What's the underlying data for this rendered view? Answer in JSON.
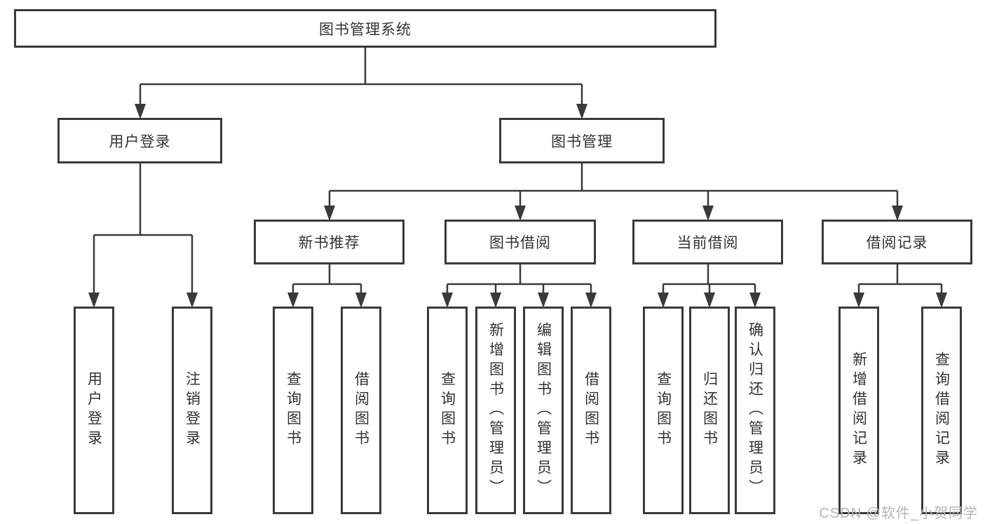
{
  "root": {
    "label": "图书管理系统"
  },
  "login": {
    "label": "用户登录",
    "leaves": [
      "用户登录",
      "注销登录"
    ]
  },
  "management": {
    "label": "图书管理",
    "sections": [
      {
        "label": "新书推荐",
        "leaves": [
          "查询图书",
          "借阅图书"
        ]
      },
      {
        "label": "图书借阅",
        "leaves": [
          "查询图书",
          "新增图书（管理员）",
          "编辑图书（管理员）",
          "借阅图书"
        ]
      },
      {
        "label": "当前借阅",
        "leaves": [
          "查询图书",
          "归还图书",
          "确认归还（管理员）"
        ]
      },
      {
        "label": "借阅记录",
        "leaves": [
          "新增借阅记录",
          "查询借阅记录"
        ]
      }
    ]
  },
  "watermark": "CSDN @软件_小贺同学",
  "colors": {
    "line": "#3a3a3a",
    "text": "#333333",
    "background": "#ffffff",
    "watermark": "#b4b4b4"
  }
}
